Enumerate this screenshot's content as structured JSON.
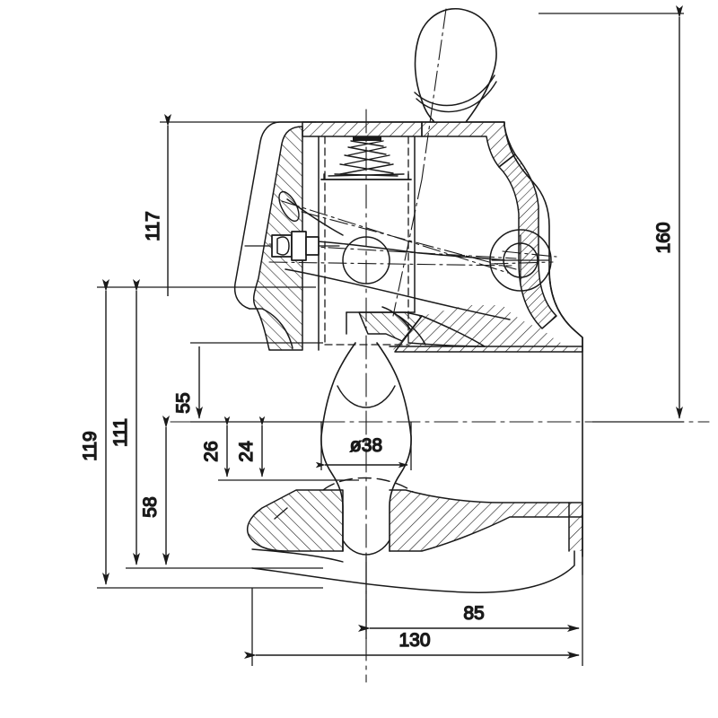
{
  "drawing": {
    "type": "engineering-drawing",
    "subject": "Trailer hitch coupling / towing hook (sectioned side view)",
    "units": "mm",
    "projection": "section view with hatching",
    "line_color": "#1a1a1a",
    "background": "#ffffff"
  },
  "dimensions": {
    "d117": {
      "value": "117",
      "orientation": "vertical",
      "label": "117"
    },
    "d119": {
      "value": "119",
      "orientation": "vertical",
      "label": "119"
    },
    "d111": {
      "value": "111",
      "orientation": "vertical",
      "label": "111"
    },
    "d58": {
      "value": "58",
      "orientation": "vertical",
      "label": "58"
    },
    "d55": {
      "value": "55",
      "orientation": "vertical",
      "label": "55"
    },
    "d26": {
      "value": "26",
      "orientation": "vertical",
      "label": "26"
    },
    "d24": {
      "value": "24",
      "orientation": "vertical",
      "label": "24"
    },
    "d160": {
      "value": "160",
      "orientation": "vertical",
      "label": "160"
    },
    "d38": {
      "value": "38",
      "orientation": "horizontal",
      "label": "ø38"
    },
    "d85": {
      "value": "85",
      "orientation": "horizontal",
      "label": "85"
    },
    "d130": {
      "value": "130",
      "orientation": "horizontal",
      "label": "130"
    }
  },
  "features": {
    "handle": "ball-ended release lever",
    "spring": "conical compression spring",
    "nipple": "grease nipple",
    "pivot": "pivot pin / bolt hole",
    "shank": "coupling shank",
    "mounting_plate": "mounting flange"
  }
}
